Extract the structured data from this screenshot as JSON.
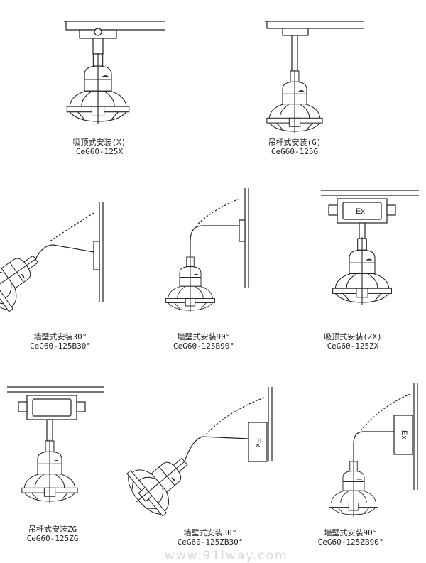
{
  "items": [
    {
      "name": "吸顶式安装(X)",
      "model": "CeG60-125X"
    },
    {
      "name": "吊杆式安装(G)",
      "model": "CeG60-125G"
    },
    {
      "name": "墙壁式安装30°",
      "model": "CeG60-125B30°"
    },
    {
      "name": "墙壁式安装90°",
      "model": "CeG60-125B90°"
    },
    {
      "name": "吸顶式安装(ZX)",
      "model": "CeG60-125ZX"
    },
    {
      "name": "吊杆式安装ZG",
      "model": "CeG60-125ZG"
    },
    {
      "name": "墙壁式安装30°",
      "model": "CeG60-125ZB30°"
    },
    {
      "name": "墙壁式安装90°",
      "model": "CeG60-125ZB90°"
    }
  ],
  "box_label": "Ex",
  "watermark": "www.91lway.com"
}
